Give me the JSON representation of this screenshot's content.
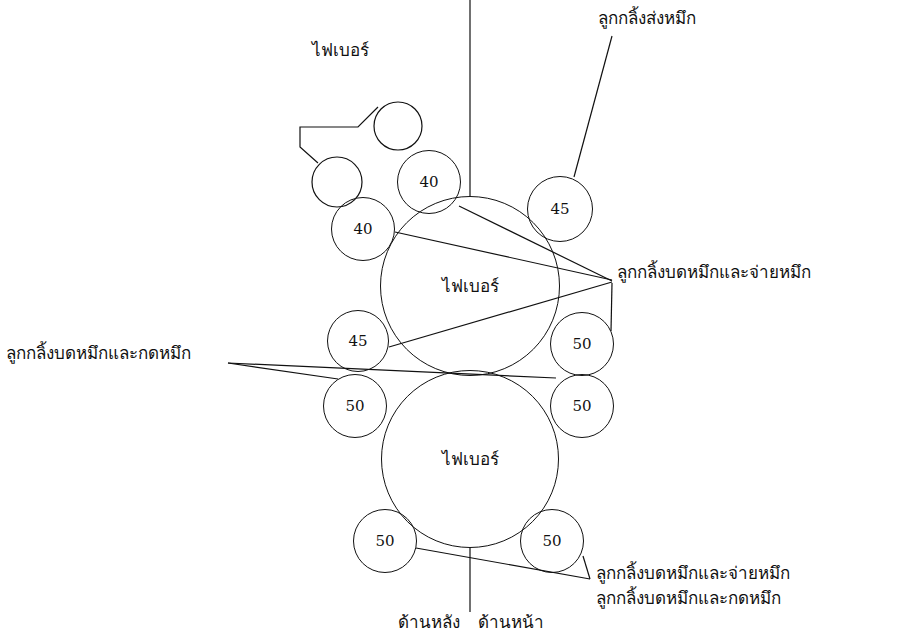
{
  "diagram": {
    "nodes": [
      {
        "text": [
          "40"
        ]
      },
      {
        "text": [
          "45"
        ]
      },
      {
        "text": [
          "40"
        ]
      },
      {
        "text": [
          "ไฟเบอร์"
        ]
      },
      {
        "text": [
          "45"
        ]
      },
      {
        "text": [
          "50"
        ]
      },
      {
        "text": [
          "50"
        ]
      },
      {
        "text": [
          "50"
        ]
      },
      {
        "text": [
          "ไฟเบอร์"
        ]
      },
      {
        "text": [
          "50"
        ]
      },
      {
        "text": [
          "50"
        ]
      }
    ],
    "labels": [
      "ไฟเบอร์",
      "ลูกกลิ้งส่งหมึก",
      "ลูกกลิ้งบดหมึกและจ่ายหมึก",
      "ลูกกลิ้งบดหมึกและกดหมึก",
      "ลูกกลิ้งบดหมึกและจ่ายหมึก",
      "ลูกกลิ้งบดหมึกและกดหมึก",
      "ด้านหลัง",
      "ด้านหน้า"
    ]
  }
}
